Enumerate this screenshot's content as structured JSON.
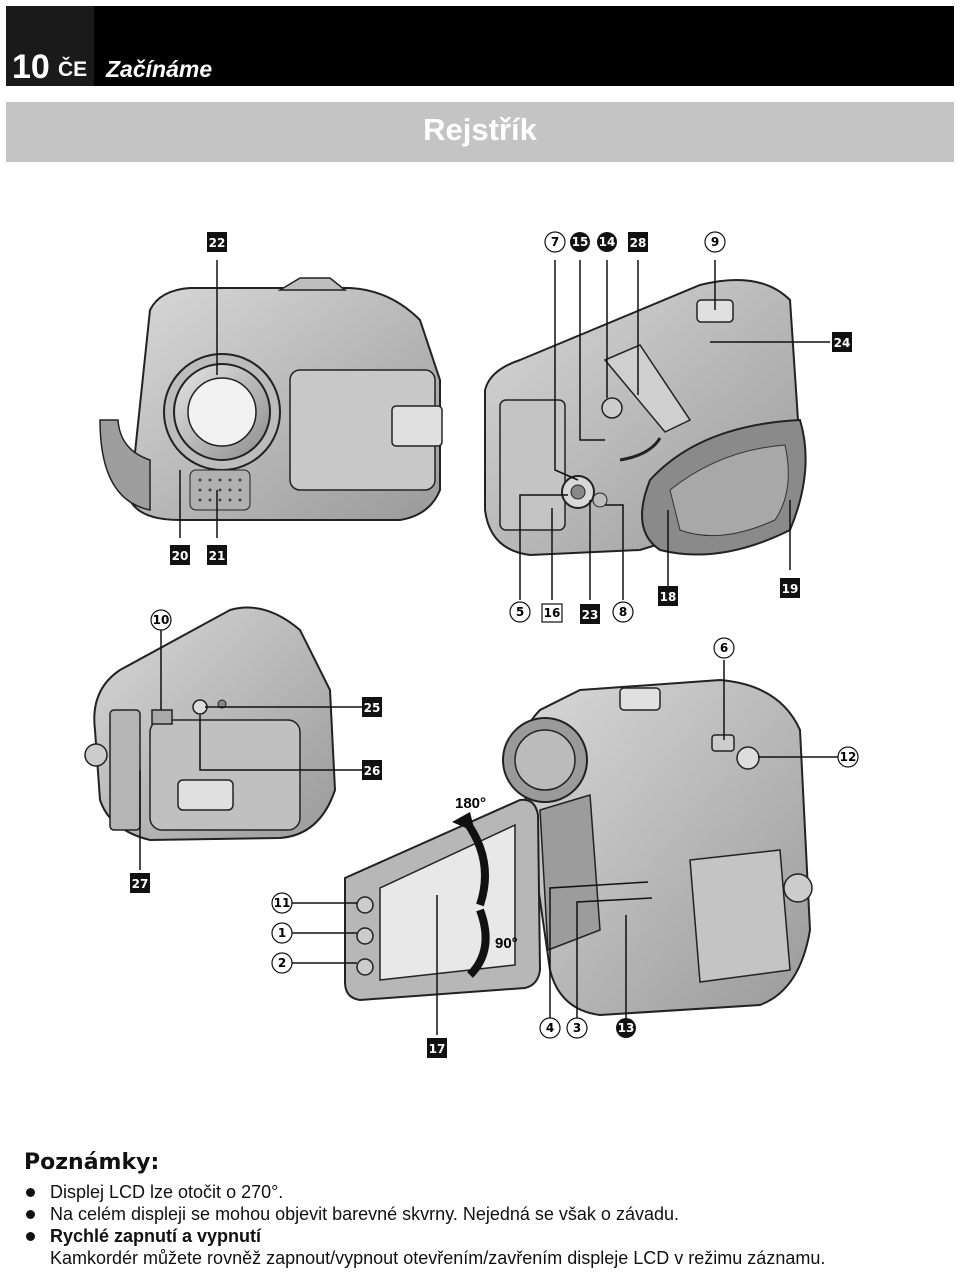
{
  "header": {
    "page_number": "10",
    "language": "ČE",
    "section": "Začínáme"
  },
  "page_title": "Rejstřík",
  "figure": {
    "angle_180": "180°",
    "angle_90": "90°",
    "callouts_circled": [
      "7",
      "9",
      "5",
      "8",
      "6",
      "10",
      "12",
      "11",
      "1",
      "2",
      "4",
      "3"
    ],
    "callouts_boxed": [
      "22",
      "16",
      "20",
      "21",
      "24",
      "28",
      "23",
      "18",
      "19",
      "25",
      "26",
      "27",
      "17"
    ],
    "callouts_black_circle": [
      "15",
      "14",
      "13"
    ]
  },
  "notes": {
    "title": "Poznámky:",
    "items": [
      "Displej LCD lze otočit o 270°.",
      "Na celém displeji se mohou objevit barevné skvrny. Nejedná se však o závadu.",
      "Rychlé zapnutí a vypnutí"
    ],
    "sub_item": "Kamkordér můžete rovněž zapnout/vypnout otevřením/zavřením displeje LCD v režimu záznamu."
  }
}
